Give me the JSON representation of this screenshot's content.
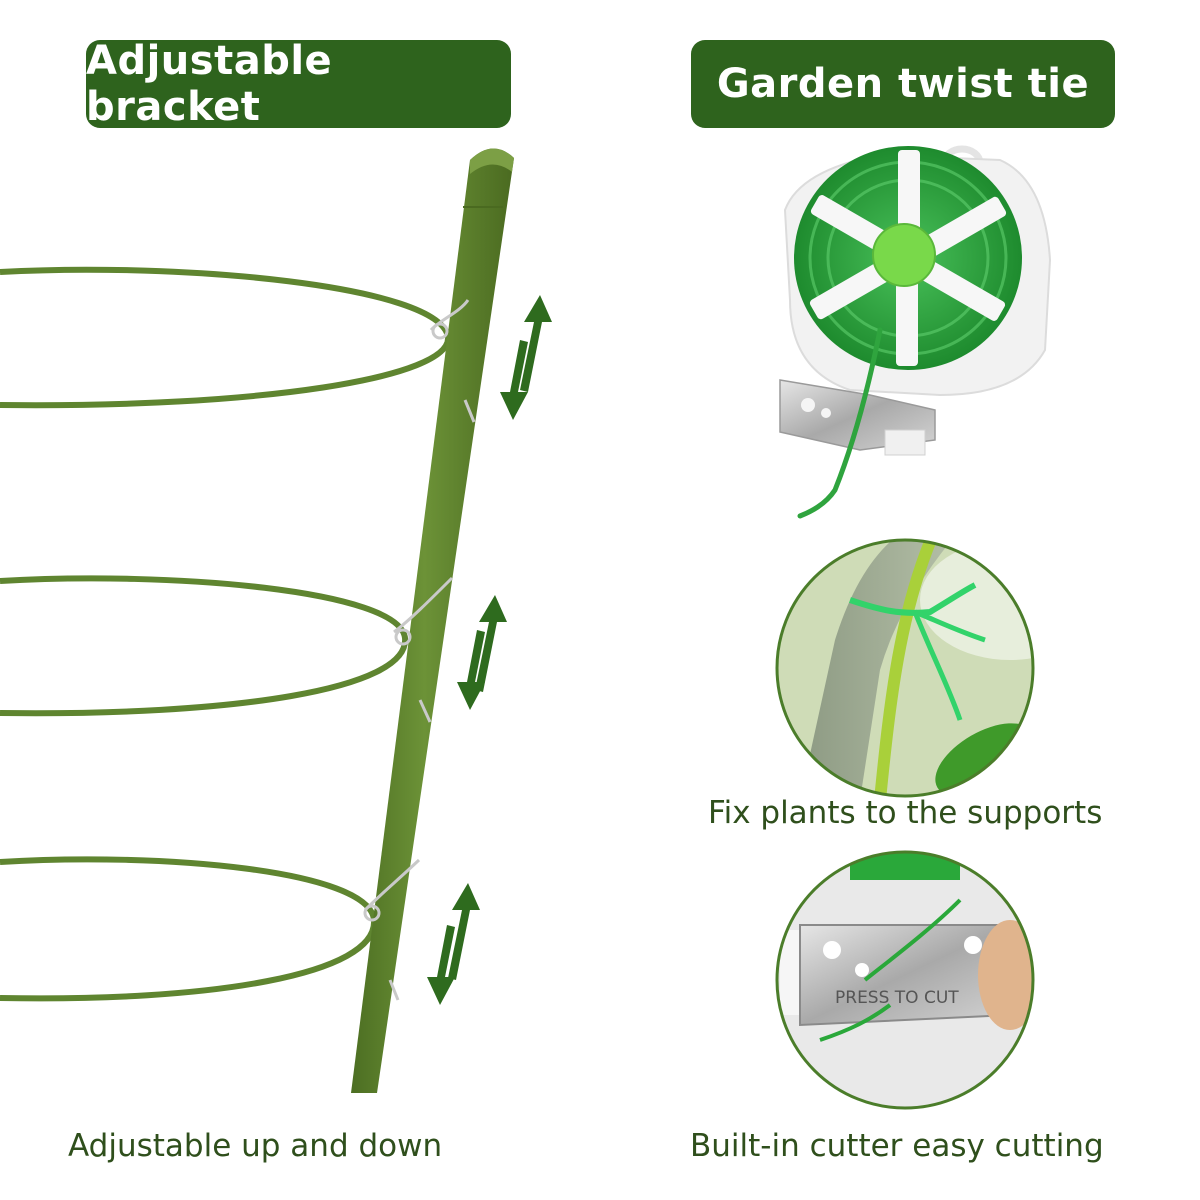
{
  "labels": {
    "left_title": "Adjustable bracket",
    "right_title": "Garden twist tie",
    "fix_caption": "Fix plants to the supports",
    "left_caption": "Adjustable up and down",
    "right_caption": "Built-in cutter easy cutting",
    "cutter_text": "PRESS TO CUT"
  },
  "colors": {
    "brand_green": "#2e631d",
    "stake_green": "#5b7f2c",
    "wire_green": "#39ad4a",
    "caption_text": "#2f4f1c"
  }
}
